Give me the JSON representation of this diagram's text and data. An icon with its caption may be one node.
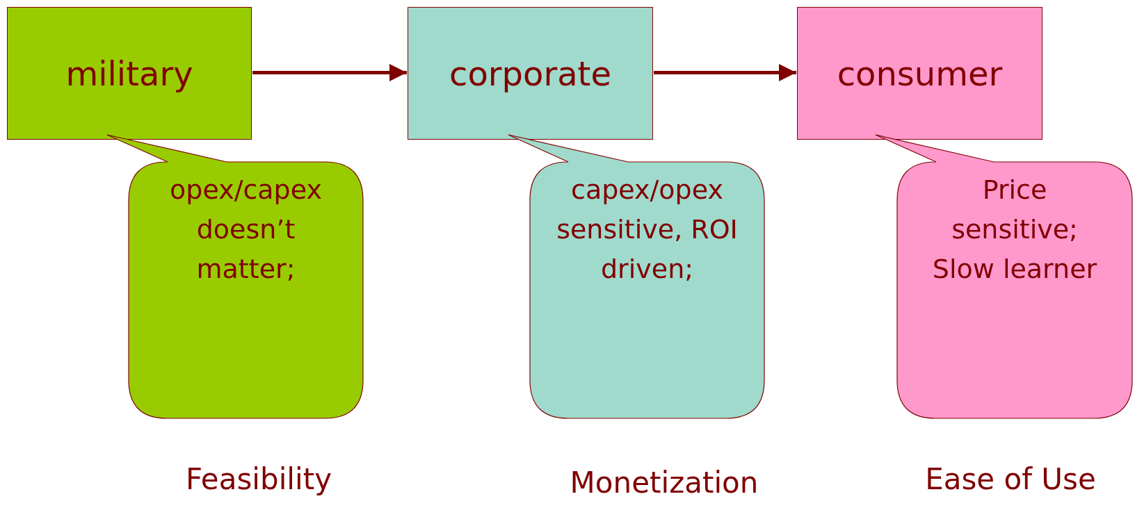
{
  "diagram": {
    "nodes": [
      {
        "text": [
          "military"
        ]
      },
      {
        "text": [
          "corporate"
        ]
      },
      {
        "text": [
          "consumer"
        ]
      },
      {
        "text": [
          "opex/capex doesn’t matter;"
        ]
      },
      {
        "text": [
          "capex/opex sensitive, ROI driven;"
        ]
      },
      {
        "text": [
          "Price sensitive; Slow learner"
        ]
      }
    ],
    "edges": [
      {
        "from": 0,
        "to": 1,
        "arrow": "to"
      },
      {
        "from": 1,
        "to": 2,
        "arrow": "to"
      }
    ],
    "labels": [
      "Feasibility",
      "Monetization",
      "Ease of Use"
    ]
  }
}
